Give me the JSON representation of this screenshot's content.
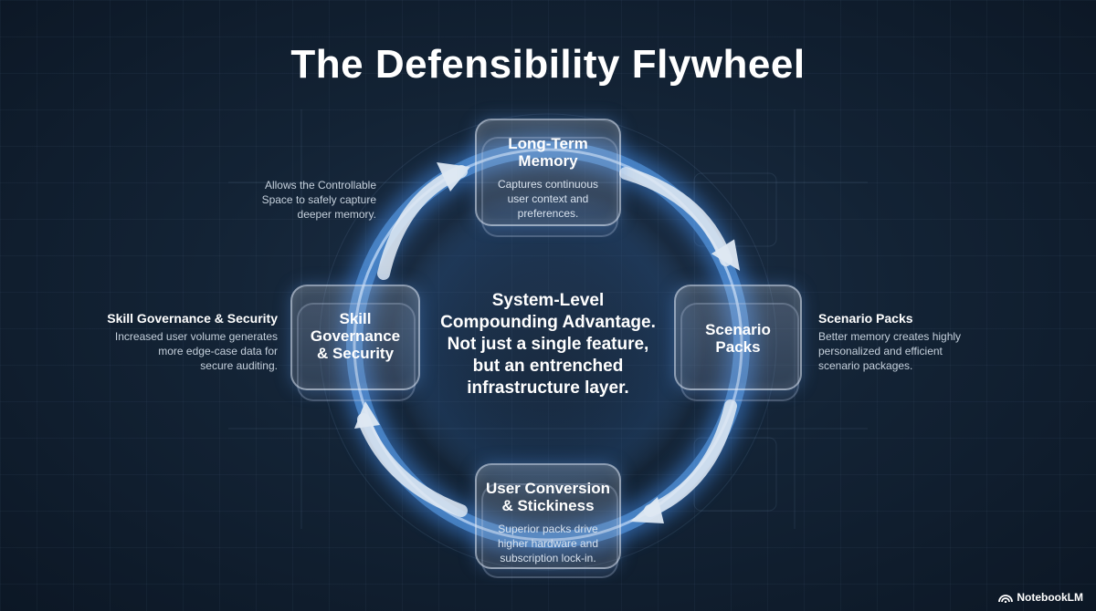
{
  "title": "The Defensibility Flywheel",
  "center": {
    "lines": [
      "System-Level",
      "Compounding Advantage.",
      "Not just a single feature,",
      "but an entrenched",
      "infrastructure layer."
    ]
  },
  "nodes": {
    "top": {
      "title_lines": [
        "Long-Term",
        "Memory"
      ],
      "desc_lines": [
        "Captures continuous",
        "user context and",
        "preferences."
      ]
    },
    "right": {
      "title_lines": [
        "Scenario",
        "Packs"
      ]
    },
    "bottom": {
      "title_lines": [
        "User Conversion",
        "& Stickiness"
      ],
      "desc_lines": [
        "Superior packs drive",
        "higher hardware and",
        "subscription lock-in."
      ]
    },
    "left": {
      "title_lines": [
        "Skill",
        "Governance",
        "& Security"
      ]
    }
  },
  "annotations": {
    "top_left": {
      "lines": [
        "Allows the Controllable",
        "Space to safely capture",
        "deeper memory."
      ]
    },
    "left": {
      "title": "Skill Governance & Security",
      "lines": [
        "Increased user volume generates",
        "more edge-case data for",
        "secure auditing."
      ]
    },
    "right": {
      "title": "Scenario Packs",
      "lines": [
        "Better memory creates highly",
        "personalized and efficient",
        "scenario packages."
      ]
    }
  },
  "brand": {
    "name": "NotebookLM",
    "icon": "notebooklm-logo-icon"
  },
  "colors": {
    "background": "#132335",
    "ring_glow": "#4a90e2",
    "arrow": "#dfe8f3",
    "node_border": "#dce8f8"
  }
}
